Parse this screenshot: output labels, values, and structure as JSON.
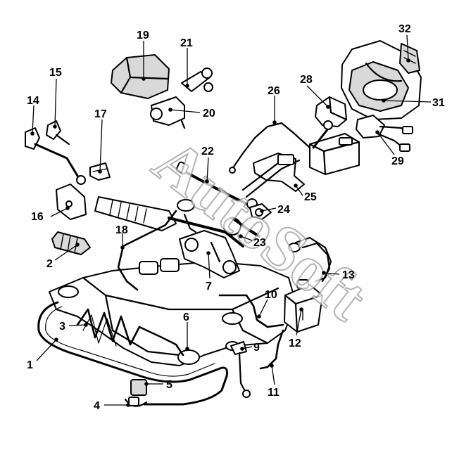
{
  "watermark": "AutoSoft",
  "callouts": [
    {
      "id": "c1",
      "label": "1"
    },
    {
      "id": "c2",
      "label": "2"
    },
    {
      "id": "c3",
      "label": "3"
    },
    {
      "id": "c4",
      "label": "4"
    },
    {
      "id": "c5",
      "label": "5"
    },
    {
      "id": "c6",
      "label": "6"
    },
    {
      "id": "c7",
      "label": "7"
    },
    {
      "id": "c9",
      "label": "9"
    },
    {
      "id": "c10",
      "label": "10"
    },
    {
      "id": "c11",
      "label": "11"
    },
    {
      "id": "c12",
      "label": "12"
    },
    {
      "id": "c13",
      "label": "13"
    },
    {
      "id": "c14",
      "label": "14"
    },
    {
      "id": "c15",
      "label": "15"
    },
    {
      "id": "c16",
      "label": "16"
    },
    {
      "id": "c17",
      "label": "17"
    },
    {
      "id": "c18",
      "label": "18"
    },
    {
      "id": "c19",
      "label": "19"
    },
    {
      "id": "c20",
      "label": "20"
    },
    {
      "id": "c21",
      "label": "21"
    },
    {
      "id": "c22",
      "label": "22"
    },
    {
      "id": "c23",
      "label": "23"
    },
    {
      "id": "c24",
      "label": "24"
    },
    {
      "id": "c25",
      "label": "25"
    },
    {
      "id": "c26",
      "label": "26"
    },
    {
      "id": "c28",
      "label": "28"
    },
    {
      "id": "c29",
      "label": "29"
    },
    {
      "id": "c31",
      "label": "31"
    },
    {
      "id": "c32",
      "label": "32"
    }
  ]
}
